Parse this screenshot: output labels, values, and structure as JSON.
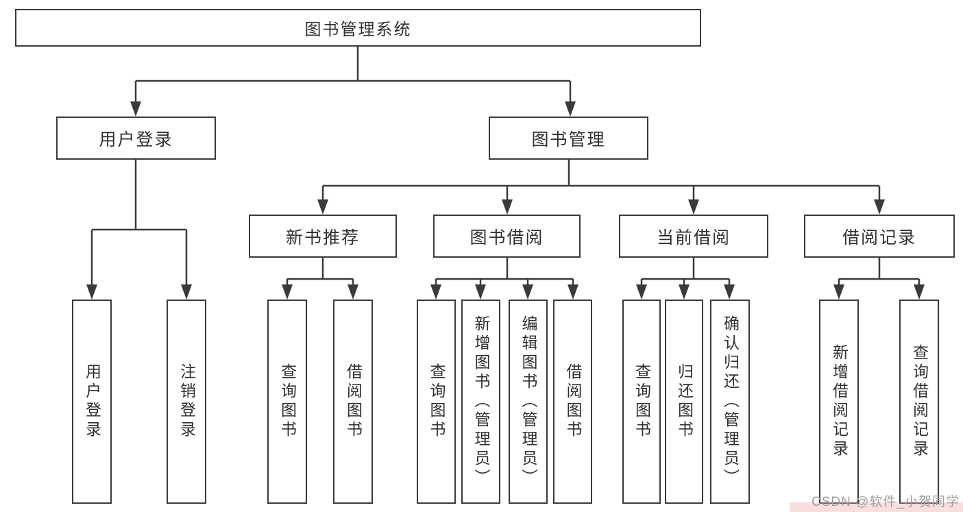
{
  "diagram_type": "functional-structure-tree",
  "tree": {
    "root": {
      "label": "图书管理系统"
    },
    "children": [
      {
        "label": "用户登录",
        "children": [
          {
            "label": "用户登录"
          },
          {
            "label": "注销登录"
          }
        ]
      },
      {
        "label": "图书管理",
        "children": [
          {
            "label": "新书推荐",
            "children": [
              {
                "label": "查询图书"
              },
              {
                "label": "借阅图书"
              }
            ]
          },
          {
            "label": "图书借阅",
            "children": [
              {
                "label": "查询图书"
              },
              {
                "label": "新增图书（管理员）"
              },
              {
                "label": "编辑图书（管理员）"
              },
              {
                "label": "借阅图书"
              }
            ]
          },
          {
            "label": "当前借阅",
            "children": [
              {
                "label": "查询图书"
              },
              {
                "label": "归还图书"
              },
              {
                "label": "确认归还（管理员）"
              }
            ]
          },
          {
            "label": "借阅记录",
            "children": [
              {
                "label": "新增借阅记录"
              },
              {
                "label": "查询借阅记录"
              }
            ]
          }
        ]
      }
    ]
  },
  "watermark": {
    "text": "CSDN @软件_小贺同学"
  },
  "colors": {
    "line": "#3a3a3a",
    "box_border": "#3a3a3a",
    "text": "#303030",
    "background": "#ffffff",
    "watermark_text": "#9f9f9f"
  }
}
